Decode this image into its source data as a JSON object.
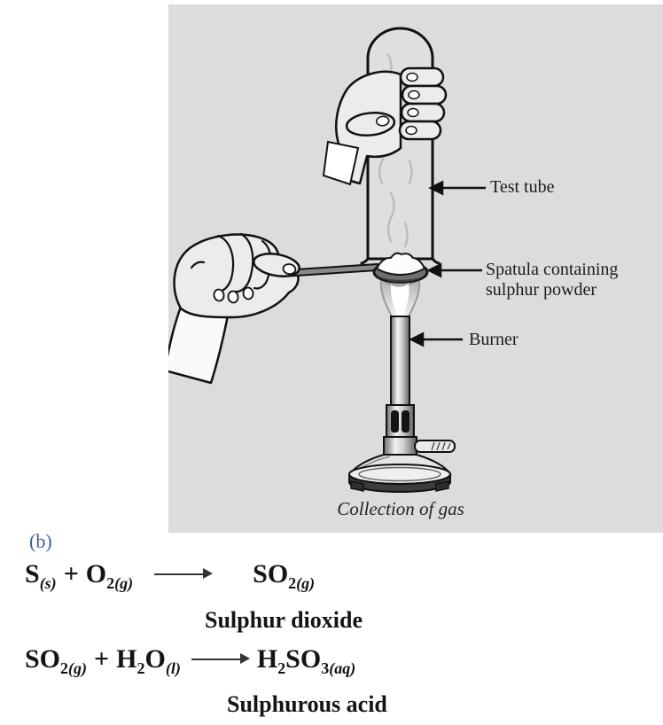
{
  "figure": {
    "caption": "Collection of gas",
    "labels": {
      "test_tube": "Test tube",
      "spatula_line1": "Spatula containing",
      "spatula_line2": "sulphur powder",
      "burner": "Burner"
    },
    "icons": [
      "test-tube-arrow-icon",
      "spatula-arrow-icon",
      "burner-arrow-icon"
    ],
    "colors": {
      "figure_background": "#dcdcdc",
      "line_black": "#111111",
      "hand_fill": "#ececec",
      "powder_white": "#fcfcfc"
    }
  },
  "section_b": {
    "marker": "(b)",
    "eq1": {
      "reactant1": "S",
      "reactant1_state": "(s)",
      "plus": "+",
      "reactant2": "O",
      "reactant2_sub": "2",
      "reactant2_state": "(g)",
      "product": "SO",
      "product_sub": "2",
      "product_state": "(g)",
      "product_name": "Sulphur dioxide"
    },
    "eq2": {
      "reactant1": "SO",
      "reactant1_sub": "2",
      "reactant1_state": "(g)",
      "plus": "+",
      "reactant2a": "H",
      "reactant2a_sub": "2",
      "reactant2b": "O",
      "reactant2b_state": "(l)",
      "product_a": "H",
      "product_a_sub": "2",
      "product_b": "SO",
      "product_b_sub": "3",
      "product_b_state": "(aq)",
      "product_name": "Sulphurous acid"
    },
    "marker_color": "#3f5e96"
  }
}
